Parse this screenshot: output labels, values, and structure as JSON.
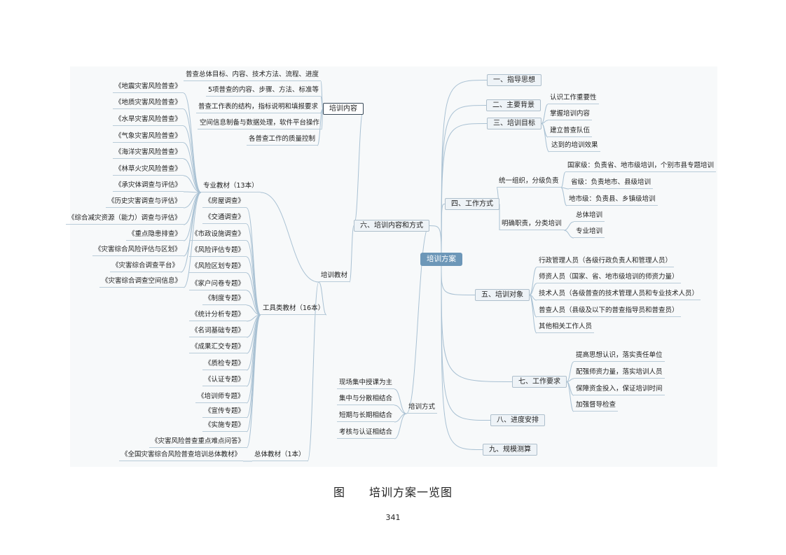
{
  "root": "培训方案",
  "left": {
    "six": "六、培训内容和方式",
    "content": {
      "label": "培训内容",
      "items": [
        "普查总体目标、内容、技术方法、流程、进度",
        "5项普查的内容、步骤、方法、标准等",
        "普查工作表的结构，指标说明和填报要求",
        "空间信息制备与数据处理，软件平台操作",
        "各普查工作的质量控制"
      ]
    },
    "materials": {
      "label": "培训教材",
      "pro": {
        "label": "专业教材（13本）",
        "items": [
          "《地震灾害风险普查》",
          "《地质灾害风险普查》",
          "《水旱灾害风险普查》",
          "《气象灾害风险普查》",
          "《海洋灾害风险普查》",
          "《林草火灾风险普查》",
          "《承灾体调查与评估》",
          "《历史灾害调查与评估》",
          "《综合减灾资源（能力）调查与评估》",
          "《重点隐患排查》",
          "《灾害综合风险评估与区划》",
          "《灾害综合调查平台》",
          "《灾害综合调查空间信息》"
        ]
      },
      "tool": {
        "label": "工具类教材（16本）",
        "items": [
          "《房屋调查》",
          "《交通调查》",
          "《市政设施调查》",
          "《风险评估专题》",
          "《风险区划专题》",
          "《家户问卷专题》",
          "《制度专题》",
          "《统计分析专题》",
          "《名词基础专题》",
          "《成果汇交专题》",
          "《质检专题》",
          "《认证专题》",
          "《培训师专题》",
          "《宣传专题》",
          "《实施专题》",
          "《灾害风险普查重点难点问答》"
        ]
      },
      "general": {
        "label": "总体教材（1本）",
        "items": [
          "《全国灾害综合风险普查培训总体教材》"
        ]
      }
    },
    "method": {
      "label": "培训方式",
      "items": [
        "现场集中授课为主",
        "集中与分散相结合",
        "短期与长期相结合",
        "考核与认证相结合"
      ]
    }
  },
  "right": {
    "one": "一、指导思想",
    "two": "二、主要背景",
    "three": {
      "label": "三、培训目标",
      "items": [
        "认识工作重要性",
        "掌握培训内容",
        "建立普查队伍",
        "达到的培训效果"
      ]
    },
    "four": {
      "label": "四、工作方式",
      "a": {
        "label": "统一组织，分级负责",
        "items": [
          "国家级：负责省、地市级培训，个别市县专题培训",
          "省级：负责地市、县级培训",
          "地市级：负责县、乡镇级培训"
        ]
      },
      "b": {
        "label": "明确职责，分类培训",
        "items": [
          "总体培训",
          "专业培训"
        ]
      }
    },
    "five": {
      "label": "五、培训对象",
      "items": [
        "行政管理人员（各级行政负责人和管理人员）",
        "师资人员（国家、省、地市级培训的师资力量）",
        "技术人员（各级普查的技术管理人员和专业技术人员）",
        "普查人员（县级及以下的普查指导员和普查员）",
        "其他相关工作人员"
      ]
    },
    "seven": {
      "label": "七、工作要求",
      "items": [
        "提高思想认识，落实责任单位",
        "配强师资力量，落实培训人员",
        "保障资金投入，保证培训时间",
        "加强督导检查"
      ]
    },
    "eight": "八、进度安排",
    "nine": "九、规模测算"
  },
  "caption": "图　　培训方案一览图",
  "page_number": "341"
}
